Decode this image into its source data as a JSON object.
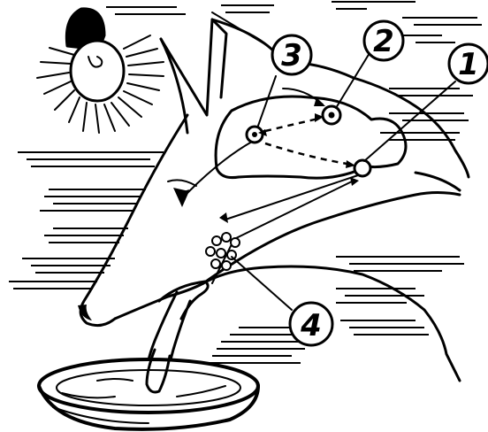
{
  "callouts": [
    {
      "id": "1",
      "label": "1"
    },
    {
      "id": "2",
      "label": "2"
    },
    {
      "id": "3",
      "label": "3"
    },
    {
      "id": "4",
      "label": "4"
    }
  ],
  "elements": {
    "lamp": "light-bulb-icon",
    "subject": "dog-head",
    "bowl": "food-bowl"
  },
  "colors": {
    "ink": "#000000",
    "paper": "#ffffff"
  }
}
